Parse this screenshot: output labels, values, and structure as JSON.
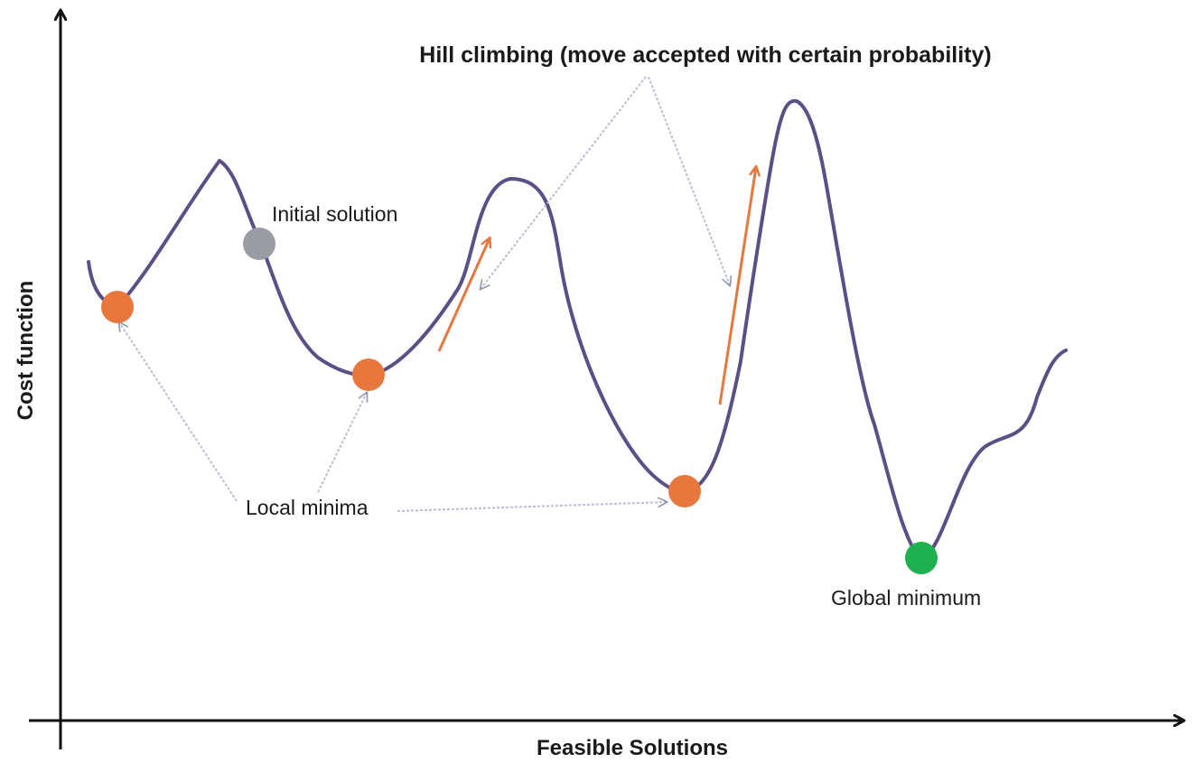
{
  "title": "Hill climbing (move accepted with certain probability)",
  "axes": {
    "x_label": "Feasible Solutions",
    "y_label": "Cost function"
  },
  "labels": {
    "initial_solution": "Initial solution",
    "local_minima": "Local minima",
    "global_minimum": "Global minimum"
  },
  "colors": {
    "curve": "#5b4f86",
    "local_minimum_marker": "#e8773d",
    "initial_solution_marker": "#9a9ca4",
    "global_minimum_marker": "#1fb14f",
    "hill_climb_arrow": "#e8773d",
    "pointer_arrow": "#b8bfd4",
    "axis": "#111111"
  }
}
